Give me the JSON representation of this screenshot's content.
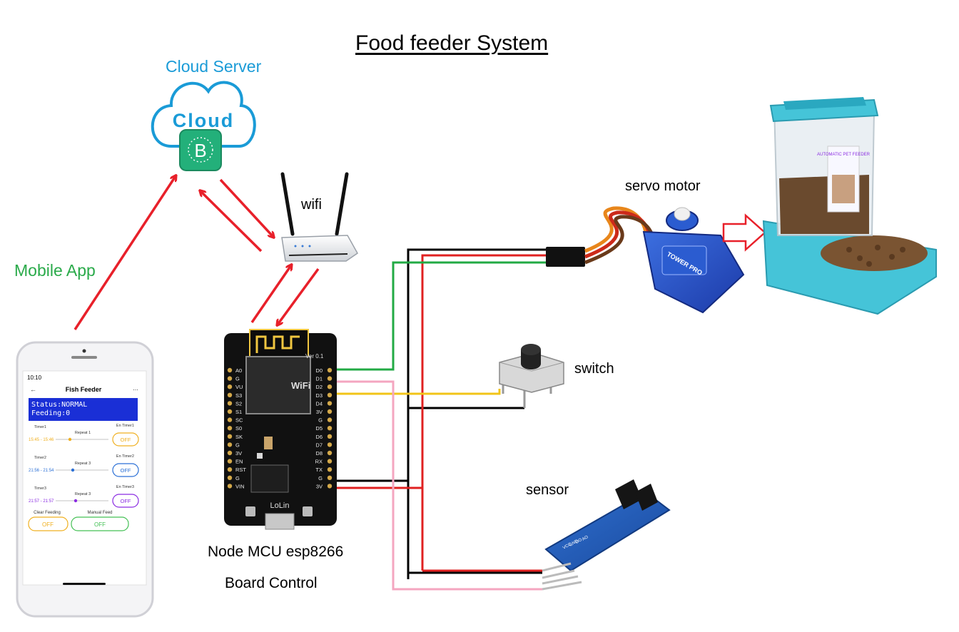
{
  "title": "Food feeder System",
  "labels": {
    "cloud_server": "Cloud Server",
    "cloud_badge": "Cloud",
    "cloud_logo_letter": "B",
    "wifi": "wifi",
    "servo_motor": "servo motor",
    "switch": "switch",
    "sensor": "sensor",
    "mobile_app": "Mobile App",
    "mcu_line1": "Node MCU esp8266",
    "mcu_line2": "Board Control"
  },
  "phone_app": {
    "time": "10:10",
    "title": "Fish Feeder",
    "status_line1": "Status:NORMAL",
    "status_line2": "Feeding:0",
    "timers": [
      {
        "name": "Timer1",
        "repeat": "Repeat 1",
        "range": "15:45 - 15:46",
        "en": "En Timer1",
        "state": "OFF",
        "color": "#f0b020"
      },
      {
        "name": "Timer2",
        "repeat": "Repeat 3",
        "range": "21:56 - 21:54",
        "en": "En Timer2",
        "state": "OFF",
        "color": "#2a6fd6"
      },
      {
        "name": "Timer3",
        "repeat": "Repeat 3",
        "range": "21:57 - 21:57",
        "en": "En Timer3",
        "state": "OFF",
        "color": "#8a2be2"
      }
    ],
    "clear_feeding": "Clear Feeding",
    "manual_feed": "Manual Feed",
    "clear_btn": "OFF",
    "manual_btn": "OFF"
  },
  "board": {
    "left_pins": [
      "A0",
      "G",
      "VU",
      "S3",
      "S2",
      "S1",
      "SC",
      "S0",
      "SK",
      "G",
      "3V",
      "EN",
      "RST",
      "G",
      "VIN"
    ],
    "right_pins": [
      "D0",
      "D1",
      "D2",
      "D3",
      "D4",
      "3V",
      "G",
      "D5",
      "D6",
      "D7",
      "D8",
      "RX",
      "TX",
      "G",
      "3V"
    ],
    "version_text": "Ver 0.1",
    "brand": "LoLin",
    "chip_label": "WiFi"
  },
  "servo_brand": "TOWER PRO",
  "feeder_brand": "AUTOMATIC PET FEEDER",
  "sensor_pins": [
    "VCC",
    "GND",
    "DO",
    "AO"
  ],
  "colors": {
    "arrow": "#e8202a",
    "wire_red": "#e02020",
    "wire_black": "#000000",
    "wire_green": "#22aa44",
    "wire_yellow": "#f2c418",
    "wire_pink": "#f4a6c0",
    "cloud": "#1a9bd7",
    "feeder_teal": "#45c4d8"
  }
}
